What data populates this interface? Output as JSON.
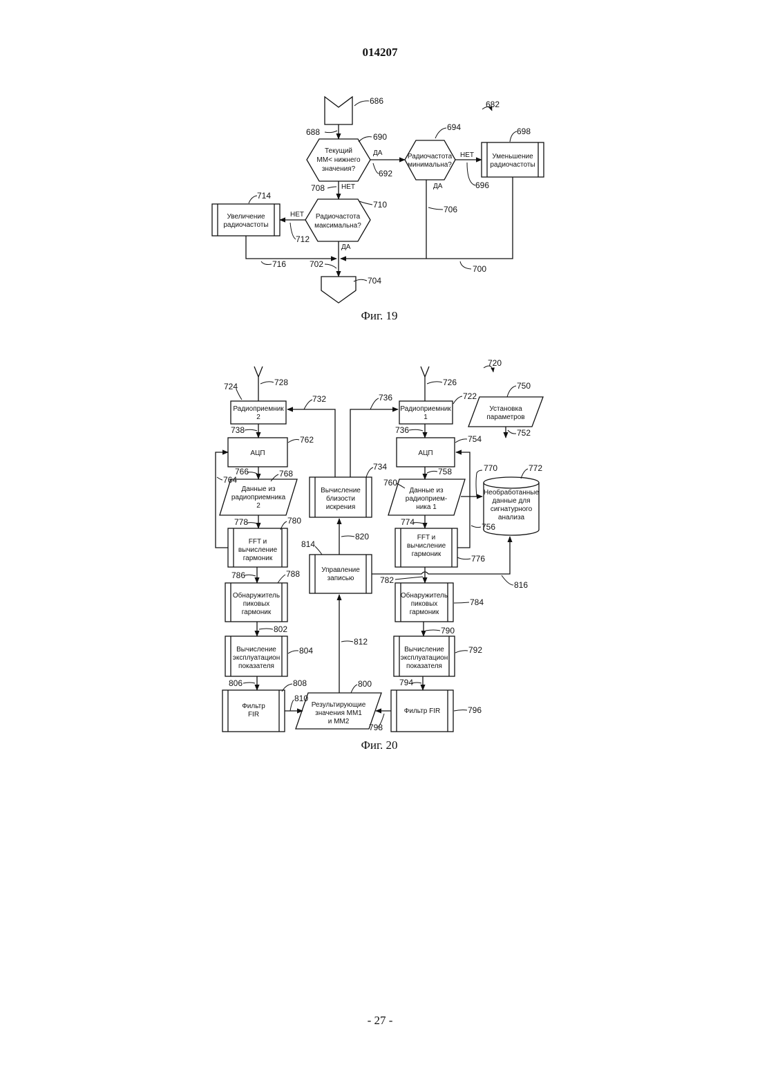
{
  "header": {
    "doc_number": "014207"
  },
  "footer": {
    "page_number": "- 27 -"
  },
  "fig19": {
    "caption": "Фиг. 19",
    "blocks": {
      "b690": [
        "Текущий",
        "ММ< нижнего",
        "значения?"
      ],
      "b694": [
        "Радиочастота",
        "минимальна?"
      ],
      "b698": [
        "Уменьшение",
        "радиочастоты"
      ],
      "b710": [
        "Радиочастота",
        "максимальна?"
      ],
      "b714": [
        "Увеличение",
        "радиочастоты"
      ]
    },
    "labels": {
      "yes_692": "ДА",
      "no_696": "НЕТ",
      "yes_706": "ДА",
      "no_708": "НЕТ",
      "no_712": "НЕТ",
      "yes_702": "ДА"
    },
    "refs": {
      "r682": "682",
      "r686": "686",
      "r688": "688",
      "r690": "690",
      "r692": "692",
      "r694": "694",
      "r696": "696",
      "r698": "698",
      "r700": "700",
      "r702": "702",
      "r704": "704",
      "r706": "706",
      "r708": "708",
      "r710": "710",
      "r712": "712",
      "r714": "714",
      "r716": "716"
    }
  },
  "fig20": {
    "caption": "Фиг. 20",
    "blocks": {
      "b724": [
        "Радиоприемник",
        "2"
      ],
      "b722": [
        "Радиоприемник",
        "1"
      ],
      "b750": [
        "Установка",
        "параметров"
      ],
      "b762": [
        "АЦП"
      ],
      "b754": [
        "АЦП"
      ],
      "b768": [
        "Данные из",
        "радиоприемника",
        "2"
      ],
      "b734": [
        "Вычисление",
        "близости",
        "искрения"
      ],
      "b760": [
        "Данные из",
        "радиоприем-",
        "ника 1"
      ],
      "b772": [
        "Необработанные",
        "данные для",
        "сигнатурного",
        "анализа"
      ],
      "b780": [
        "FFT и",
        "вычисление",
        "гармоник"
      ],
      "b776": [
        "FFT и",
        "вычисление",
        "гармоник"
      ],
      "b814": [
        "Управление",
        "записью"
      ],
      "b788": [
        "Обнаружитель",
        "пиковых",
        "гармоник"
      ],
      "b784": [
        "Обнаружитель",
        "пиковых",
        "гармоник"
      ],
      "b804": [
        "Вычисление",
        "эксплуатацион",
        "показателя"
      ],
      "b792": [
        "Вычисление",
        "эксплуатацион",
        "показателя"
      ],
      "b808": [
        "Фильтр",
        "FIR"
      ],
      "b800": [
        "Результирующие",
        "значения ММ1",
        "и ММ2"
      ],
      "b796": [
        "Фильтр FIR"
      ]
    },
    "refs": {
      "r720": "720",
      "r722": "722",
      "r724": "724",
      "r726": "726",
      "r728": "728",
      "r732": "732",
      "r734": "734",
      "r736a": "736",
      "r736b": "736",
      "r738": "738",
      "r750": "750",
      "r752": "752",
      "r754": "754",
      "r756": "756",
      "r758": "758",
      "r760": "760",
      "r762": "762",
      "r764": "764",
      "r766": "766",
      "r768": "768",
      "r770": "770",
      "r772": "772",
      "r774": "774",
      "r776": "776",
      "r778": "778",
      "r780": "780",
      "r782": "782",
      "r784": "784",
      "r786": "786",
      "r788": "788",
      "r790": "790",
      "r792": "792",
      "r794": "794",
      "r796": "796",
      "r798": "798",
      "r800": "800",
      "r802": "802",
      "r804": "804",
      "r806": "806",
      "r808": "808",
      "r810": "810",
      "r812": "812",
      "r814": "814",
      "r816": "816",
      "r820": "820"
    }
  }
}
